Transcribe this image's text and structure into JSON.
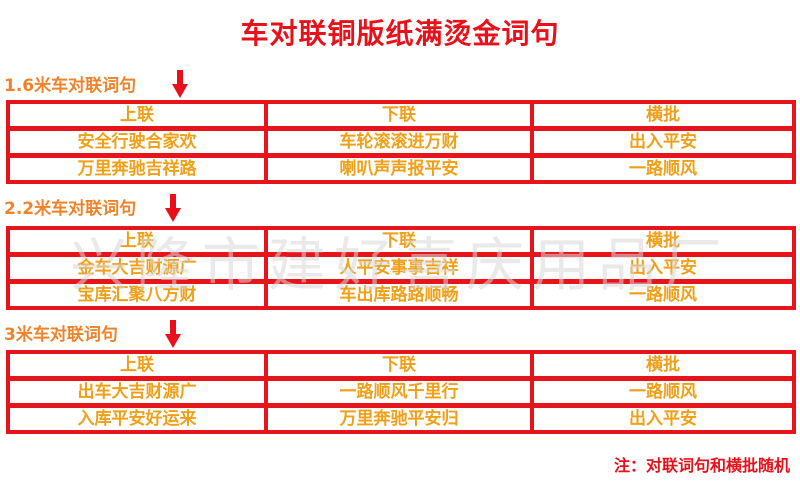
{
  "title": "车对联铜版纸满烫金词句",
  "sections": [
    {
      "label": "1.6米车对联词句",
      "headers": [
        "上联",
        "下联",
        "横批"
      ],
      "rows": [
        [
          "安全行驶合家欢",
          "车轮滚滚进万财",
          "出入平安"
        ],
        [
          "万里奔驰吉祥路",
          "喇叭声声报平安",
          "一路顺风"
        ]
      ]
    },
    {
      "label": "2.2米车对联词句",
      "headers": [
        "上联",
        "下联",
        "横批"
      ],
      "rows": [
        [
          "金车大吉财源广",
          "人平安事事吉祥",
          "出入平安"
        ],
        [
          "宝库汇聚八方财",
          "车出库路路顺畅",
          "一路顺风"
        ]
      ]
    },
    {
      "label": "3米车对联词句",
      "headers": [
        "上联",
        "下联",
        "横批"
      ],
      "rows": [
        [
          "出车大吉财源广",
          "一路顺风千里行",
          "一路顺风"
        ],
        [
          "入库平安好运来",
          "万里奔驰平安归",
          "出入平安"
        ]
      ]
    }
  ],
  "watermark": "兴隆市建好喜庆用品厂",
  "note": "注：对联词句和横批随机",
  "colors": {
    "red": "#e8111a",
    "orange": "#f0832a",
    "gold": "#f0a018"
  }
}
